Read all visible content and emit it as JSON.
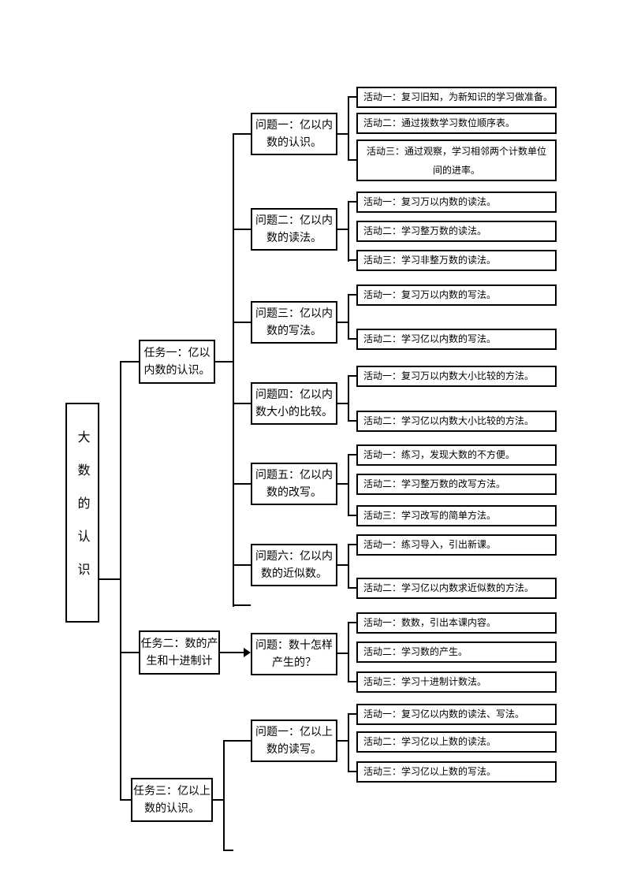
{
  "root": {
    "title": "大数的认识"
  },
  "tasks": [
    {
      "lines": [
        "任务一：亿以",
        "内数的认识。"
      ],
      "problems": [
        {
          "lines": [
            "问题一：亿以内",
            "数的认识。"
          ],
          "activities": [
            "活动一：复习旧知，为新知识的学习做准备。",
            "活动二：通过拨数学习数位顺序表。",
            {
              "lines": [
                "活动三：通过观察，学习相邻两个计数单位",
                "间的进率。"
              ]
            }
          ]
        },
        {
          "lines": [
            "问题二：亿以内",
            "数的读法。"
          ],
          "activities": [
            "活动一：复习万以内数的读法。",
            "活动二：学习整万数的读法。",
            "活动三：学习非整万数的读法。"
          ]
        },
        {
          "lines": [
            "问题三：亿以内",
            "数的写法。"
          ],
          "activities": [
            "活动一：复习万以内数的写法。",
            "活动二：学习亿以内数的写法。"
          ]
        },
        {
          "lines": [
            "问题四：亿以内",
            "数大小的比较。"
          ],
          "activities": [
            "活动一：复习万以内数大小比较的方法。",
            "活动二：学习亿以内数大小比较的方法。"
          ]
        },
        {
          "lines": [
            "问题五：亿以内",
            "数的改写。"
          ],
          "activities": [
            "活动一：练习，发现大数的不方便。",
            "活动二：学习整万数的改写方法。",
            "活动三：学习改写的简单方法。"
          ]
        },
        {
          "lines": [
            "问题六：亿以内",
            "数的近似数。"
          ],
          "activities": [
            "活动一：练习导入，引出新课。",
            "活动二：学习亿以内数求近似数的方法。"
          ]
        }
      ]
    },
    {
      "lines": [
        "任务二：数的产",
        "生和十进制计"
      ],
      "problems": [
        {
          "lines": [
            "问题：数十怎样",
            "产生的？"
          ],
          "activities": [
            "活动一：数数，引出本课内容。",
            "活动二：学习数的产生。",
            "活动三：学习十进制计数法。"
          ]
        }
      ]
    },
    {
      "lines": [
        "任务三：亿以上",
        "数的认识。"
      ],
      "problems": [
        {
          "lines": [
            "问题一：亿以上",
            "数的读写。"
          ],
          "activities": [
            "活动一：复习亿以内数的读法、写法。",
            "活动二：学习亿以上数的读法。",
            "活动三：学习亿以上数的写法。"
          ]
        }
      ]
    }
  ]
}
